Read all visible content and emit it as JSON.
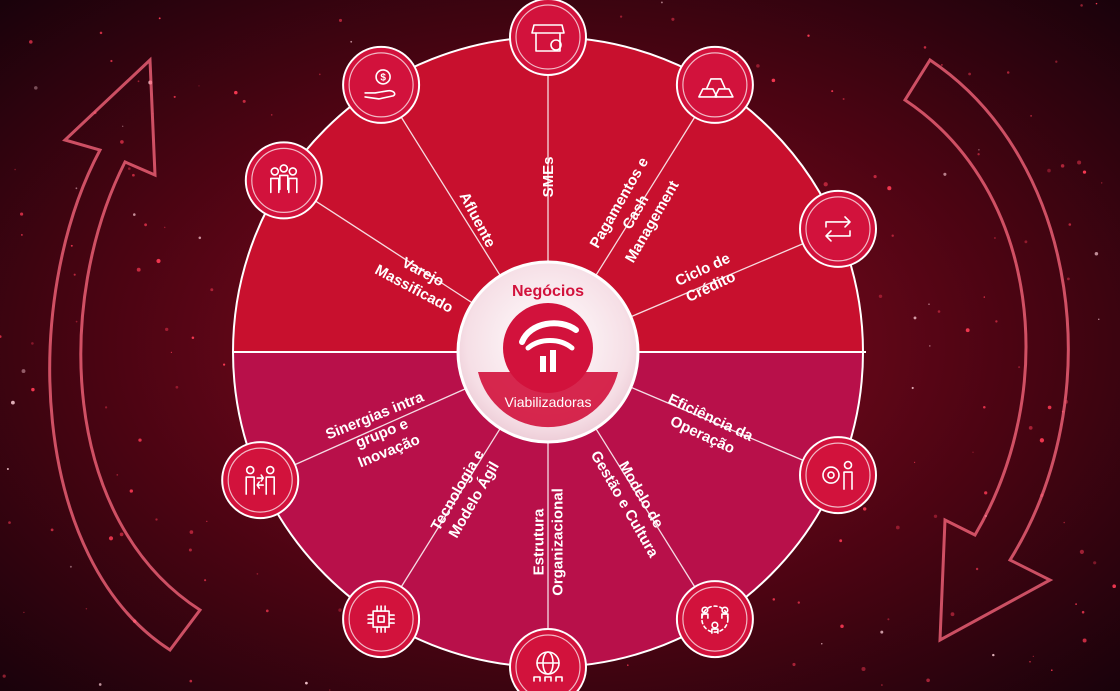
{
  "center": {
    "top_label": "Negócios",
    "bottom_label": "Viabilizadoras",
    "logo_icon": "bradesco-logo-icon"
  },
  "business_segments": [
    {
      "label_lines": [
        "Varejo",
        "Massificado"
      ],
      "icon": "people-group-icon"
    },
    {
      "label_lines": [
        "Afluente"
      ],
      "icon": "hand-coin-icon"
    },
    {
      "label_lines": [
        "SMEs"
      ],
      "icon": "storefront-icon"
    },
    {
      "label_lines": [
        "Pagamentos e",
        "Cash",
        "Management"
      ],
      "icon": "gold-bars-icon"
    },
    {
      "label_lines": [
        "Ciclo de",
        "Crédito"
      ],
      "icon": "cycle-arrows-icon"
    }
  ],
  "enablers": [
    {
      "label_lines": [
        "Eficiência da",
        "Operação"
      ],
      "icon": "gear-person-icon"
    },
    {
      "label_lines": [
        "Modelo de",
        "Gestão e Cultura"
      ],
      "icon": "team-network-icon"
    },
    {
      "label_lines": [
        "Estrutura",
        "Organizacional"
      ],
      "icon": "globe-people-icon"
    },
    {
      "label_lines": [
        "Tecnologia e",
        "Modelo Ágil"
      ],
      "icon": "chip-icon"
    },
    {
      "label_lines": [
        "Sinergias intra",
        "grupo e",
        "Inovação"
      ],
      "icon": "people-exchange-icon"
    }
  ],
  "colors": {
    "upper_half": "#c8102e",
    "lower_half": "#b8104a",
    "background": "#1a0208",
    "accent": "#d2123c",
    "text": "#ffffff"
  }
}
